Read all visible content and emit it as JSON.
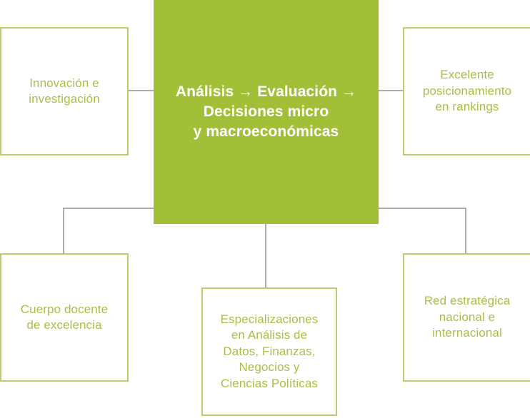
{
  "diagram": {
    "type": "hub-and-spoke",
    "background_color": "#ffffff",
    "accent_color": "#a2c037",
    "border_color": "#b6ce6b",
    "label_color": "#a6c047",
    "connector_color": "#adadad",
    "center": {
      "id": "center-node",
      "text": "Análisis → Evaluación →\nDecisiones micro\ny macroeconómicas",
      "text_color": "#ffffff",
      "fill_color": "#a2c037"
    },
    "nodes": [
      {
        "id": "node-innovacion",
        "position": "top-left",
        "text": "Innovación e\ninvestigación"
      },
      {
        "id": "node-rankings",
        "position": "top-right",
        "text": "Excelente\nposicionamiento\nen rankings"
      },
      {
        "id": "node-cuerpo-docente",
        "position": "bottom-left",
        "text": "Cuerpo docente\nde excelencia"
      },
      {
        "id": "node-especializaciones",
        "position": "bottom-center",
        "text": "Especializaciones\nen Análisis de\nDatos, Finanzas,\nNegocios y\nCiencias Políticas"
      },
      {
        "id": "node-red-estrategica",
        "position": "bottom-right",
        "text": "Red estratégica\nnacional e\ninternacional"
      }
    ]
  }
}
